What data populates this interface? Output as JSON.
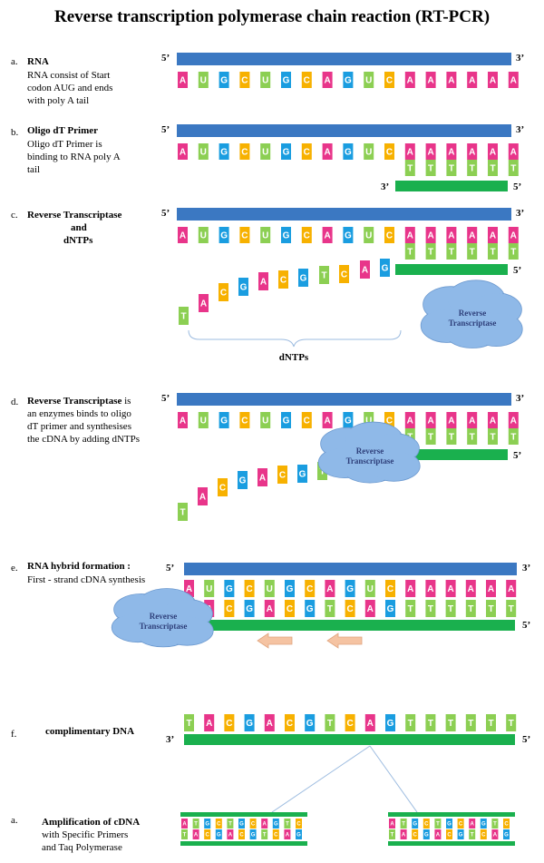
{
  "title": "Reverse transcription polymerase chain reaction (RT-PCR)",
  "colors": {
    "A": "#e8358a",
    "U": "#8ccf53",
    "G": "#1a9de0",
    "C": "#f7b100",
    "T": "#8ccf53",
    "rna_strand": "#3b78c2",
    "dna_strand": "#1ab04e",
    "enzyme": "#8fb9e8",
    "arrow": "#f5c3a2"
  },
  "labels": {
    "five_prime": "5’",
    "three_prime": "3’",
    "enzyme_line1": "Reverse",
    "enzyme_line2": "Transcriptase",
    "dntps": "dNTPs"
  },
  "sections": [
    {
      "letter": "a.",
      "title": "RNA",
      "body": [
        "RNA consist of Start",
        "codon AUG and ends",
        "with poly A tail"
      ]
    },
    {
      "letter": "b.",
      "title": "Oligo dT Primer",
      "body": [
        "Oligo dT Primer is",
        "binding to RNA poly A",
        "tail"
      ]
    },
    {
      "letter": "c.",
      "title": "Reverse Transcriptase",
      "title2": "and",
      "title3": "dNTPs",
      "body": []
    },
    {
      "letter": "d.",
      "title": "Reverse Transcriptase",
      "title_suffix": " is",
      "body": [
        "an enzymes binds to oligo",
        "dT primer and synthesises",
        "the cDNA by adding dNTPs"
      ]
    },
    {
      "letter": "e.",
      "title": "RNA hybrid formation :",
      "body": [
        "First - strand cDNA synthesis"
      ]
    },
    {
      "letter": "f.",
      "title": "complimentary DNA",
      "body": []
    },
    {
      "letter": "a.",
      "title": "Amplification of cDNA",
      "body": [
        "with Specific Primers",
        "and Taq Polymerase"
      ]
    }
  ],
  "sequences": {
    "rna": [
      "A",
      "U",
      "G",
      "C",
      "U",
      "G",
      "C",
      "A",
      "G",
      "U",
      "C",
      "A",
      "A",
      "A",
      "A",
      "A",
      "A"
    ],
    "oligo_dt": [
      "T",
      "T",
      "T",
      "T",
      "T",
      "T"
    ],
    "dntp_chain_c": [
      "T",
      "A",
      "C",
      "G",
      "A",
      "C",
      "G",
      "T",
      "C",
      "A",
      "G"
    ],
    "dntp_chain_d": [
      "T",
      "A",
      "C",
      "G",
      "A",
      "C",
      "G",
      "T"
    ],
    "cdna_e": [
      "T",
      "A",
      "C",
      "G",
      "A",
      "C",
      "G",
      "T",
      "C",
      "A",
      "G",
      "T",
      "T",
      "T",
      "T",
      "T",
      "T"
    ],
    "cdna_f": [
      "T",
      "A",
      "C",
      "G",
      "A",
      "C",
      "G",
      "T",
      "C",
      "A",
      "G",
      "T",
      "T",
      "T",
      "T",
      "T",
      "T"
    ],
    "amp_top": [
      "A",
      "T",
      "G",
      "C",
      "T",
      "G",
      "C",
      "A",
      "G",
      "T",
      "C"
    ],
    "amp_bottom": [
      "T",
      "A",
      "C",
      "G",
      "A",
      "C",
      "G",
      "T",
      "C",
      "A",
      "G"
    ]
  }
}
